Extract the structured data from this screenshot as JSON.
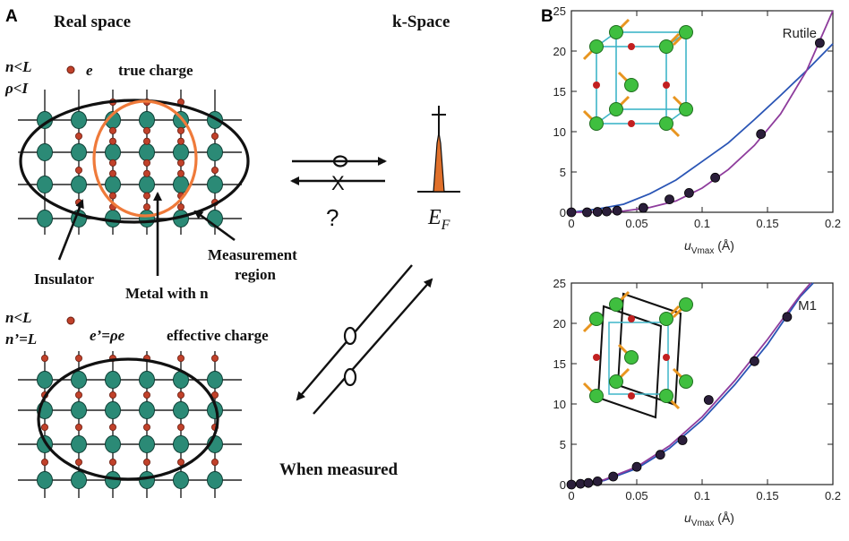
{
  "panel_a": {
    "letter": "A",
    "title_left": "Real space",
    "title_right": "k-Space",
    "top_lattice": {
      "cond_1": "n<L",
      "cond_2": "ρ<I",
      "charge_symbol": "e",
      "charge_label": "true charge",
      "label_insulator": "Insulator",
      "label_metal": "Metal with n",
      "label_region": "Measurement region"
    },
    "bottom_lattice": {
      "cond_1": "n<L",
      "cond_2": "n’=L",
      "charge_symbol": "e’=ρe",
      "charge_label": "effective charge"
    },
    "question": "?",
    "cross_mark": "X",
    "fermi_label": "E",
    "fermi_sub": "F",
    "when_measured": "When measured",
    "colors": {
      "atom": "#2b8a76",
      "electron": "#c0412a",
      "region": "#ef7a3a",
      "peak": "#e0702a"
    }
  },
  "panel_b": {
    "letter": "B",
    "x_tick_labels": [
      "0",
      "0.05",
      "0.1",
      "0.15",
      "0.2"
    ],
    "y_tick_labels": [
      "0",
      "5",
      "10",
      "15",
      "20",
      "25"
    ],
    "xlabel_main": "u",
    "xlabel_sub": "Vmax",
    "xlabel_unit": " (Å)"
  },
  "chart_data": [
    {
      "type": "scatter",
      "title": "Rutile",
      "xlabel": "u_Vmax (Å)",
      "xlim": [
        0,
        0.2
      ],
      "ylim": [
        0,
        25
      ],
      "x_ticks": [
        0,
        0.05,
        0.1,
        0.15,
        0.2
      ],
      "y_ticks": [
        0,
        5,
        10,
        15,
        20,
        25
      ],
      "series": [
        {
          "kind": "points",
          "x": [
            0,
            0.012,
            0.02,
            0.027,
            0.035,
            0.055,
            0.075,
            0.09,
            0.11,
            0.145,
            0.19
          ],
          "y": [
            0,
            0,
            0.05,
            0.1,
            0.2,
            0.55,
            1.6,
            2.4,
            4.3,
            9.7,
            21
          ]
        },
        {
          "kind": "line",
          "x": [
            0,
            0.02,
            0.04,
            0.06,
            0.08,
            0.1,
            0.12,
            0.14,
            0.16,
            0.18,
            0.2
          ],
          "y": [
            0,
            0.4,
            1.0,
            2.3,
            4.0,
            6.3,
            8.6,
            11.5,
            14.5,
            17.6,
            20.9
          ]
        },
        {
          "kind": "line",
          "x": [
            0,
            0.02,
            0.04,
            0.06,
            0.08,
            0.1,
            0.12,
            0.14,
            0.16,
            0.18,
            0.2
          ],
          "y": [
            0,
            0.03,
            0.15,
            0.6,
            1.4,
            3.0,
            5.3,
            8.3,
            12.2,
            17.6,
            25
          ]
        }
      ]
    },
    {
      "type": "scatter",
      "title": "M1",
      "xlabel": "u_Vmax (Å)",
      "xlim": [
        0,
        0.2
      ],
      "ylim": [
        0,
        25
      ],
      "x_ticks": [
        0,
        0.05,
        0.1,
        0.15,
        0.2
      ],
      "y_ticks": [
        0,
        5,
        10,
        15,
        20,
        25
      ],
      "series": [
        {
          "kind": "points",
          "x": [
            0,
            0.007,
            0.013,
            0.02,
            0.032,
            0.05,
            0.068,
            0.085,
            0.105,
            0.14,
            0.165
          ],
          "y": [
            0,
            0.1,
            0.2,
            0.4,
            1.0,
            2.2,
            3.7,
            5.5,
            10.5,
            15.3,
            20.8
          ]
        },
        {
          "kind": "line",
          "x": [
            0,
            0.025,
            0.05,
            0.075,
            0.1,
            0.125,
            0.15,
            0.175,
            0.185
          ],
          "y": [
            0,
            0.5,
            2.0,
            4.5,
            8.0,
            12.4,
            17.4,
            23.3,
            25
          ]
        },
        {
          "kind": "line",
          "x": [
            0,
            0.025,
            0.05,
            0.075,
            0.1,
            0.125,
            0.15,
            0.175,
            0.183
          ],
          "y": [
            0,
            0.6,
            2.2,
            4.8,
            8.4,
            12.9,
            18.0,
            23.5,
            25
          ]
        }
      ]
    }
  ]
}
